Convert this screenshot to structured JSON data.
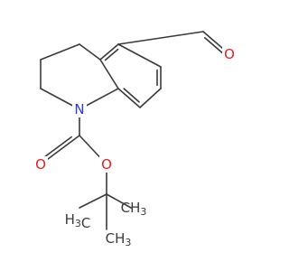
{
  "molecule": {
    "atoms": {
      "aldehyde_oxygen": "O",
      "ring_nitrogen": "N",
      "carbonyl_oxygen": "O",
      "ester_oxygen": "O",
      "methyl_right_top": "CH3",
      "methyl_left": "H3C",
      "methyl_right_bottom": "CH3"
    },
    "colors": {
      "bond": "#3a3a3a",
      "oxygen": "#e02020",
      "nitrogen": "#2b39d6",
      "carbon_label": "#3a3a3a"
    }
  }
}
